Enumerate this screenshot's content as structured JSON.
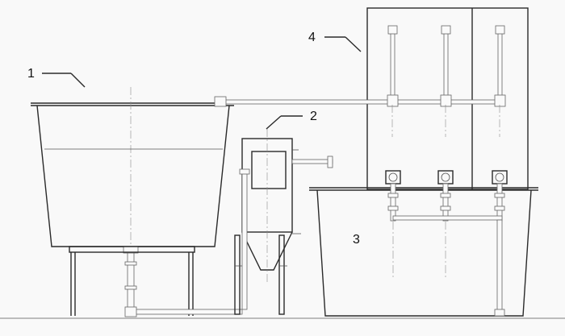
{
  "diagram": {
    "labels": [
      {
        "id": "tank",
        "text": "1"
      },
      {
        "id": "separator",
        "text": "2"
      },
      {
        "id": "basin",
        "text": "3"
      },
      {
        "id": "panel",
        "text": "4"
      }
    ]
  }
}
